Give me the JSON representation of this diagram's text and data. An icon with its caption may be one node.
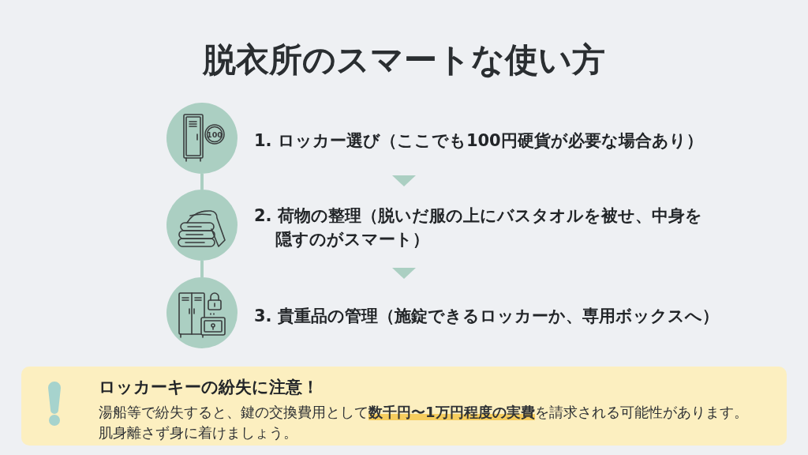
{
  "diagram": {
    "title": "脱衣所のスマートな使い方",
    "nodes": [
      {
        "text": [],
        "shape": "picture"
      },
      {
        "text": [
          "1. ロッカー選び（ここでも100円硬貨が必要な場合あり）"
        ]
      },
      {
        "text": [],
        "shape": "picture"
      },
      {
        "text": [
          "2. 荷物の整理（脱いだ服の上にバスタオルを被せ、中身を隠すのがスマート）"
        ]
      },
      {
        "text": [],
        "shape": "picture"
      },
      {
        "text": [
          "3. 貴重品の管理（施錠できるロッカーか、専用ボックスへ）"
        ]
      },
      {
        "text": [
          "ロッカーキーの紛失に注意！",
          "湯船等で紛失すると、鍵の交換費用として**数千円〜1万円程度の実費**を請求される可能性があります。肌身離さず身に着けましょう。"
        ]
      }
    ],
    "edges": [
      {
        "from": 0,
        "to": 2,
        "arrow": "none"
      },
      {
        "from": 2,
        "to": 4,
        "arrow": "none"
      },
      {
        "from": 1,
        "to": 3,
        "arrow": "to"
      },
      {
        "from": 3,
        "to": 5,
        "arrow": "to"
      }
    ],
    "labels": [
      "100"
    ]
  }
}
